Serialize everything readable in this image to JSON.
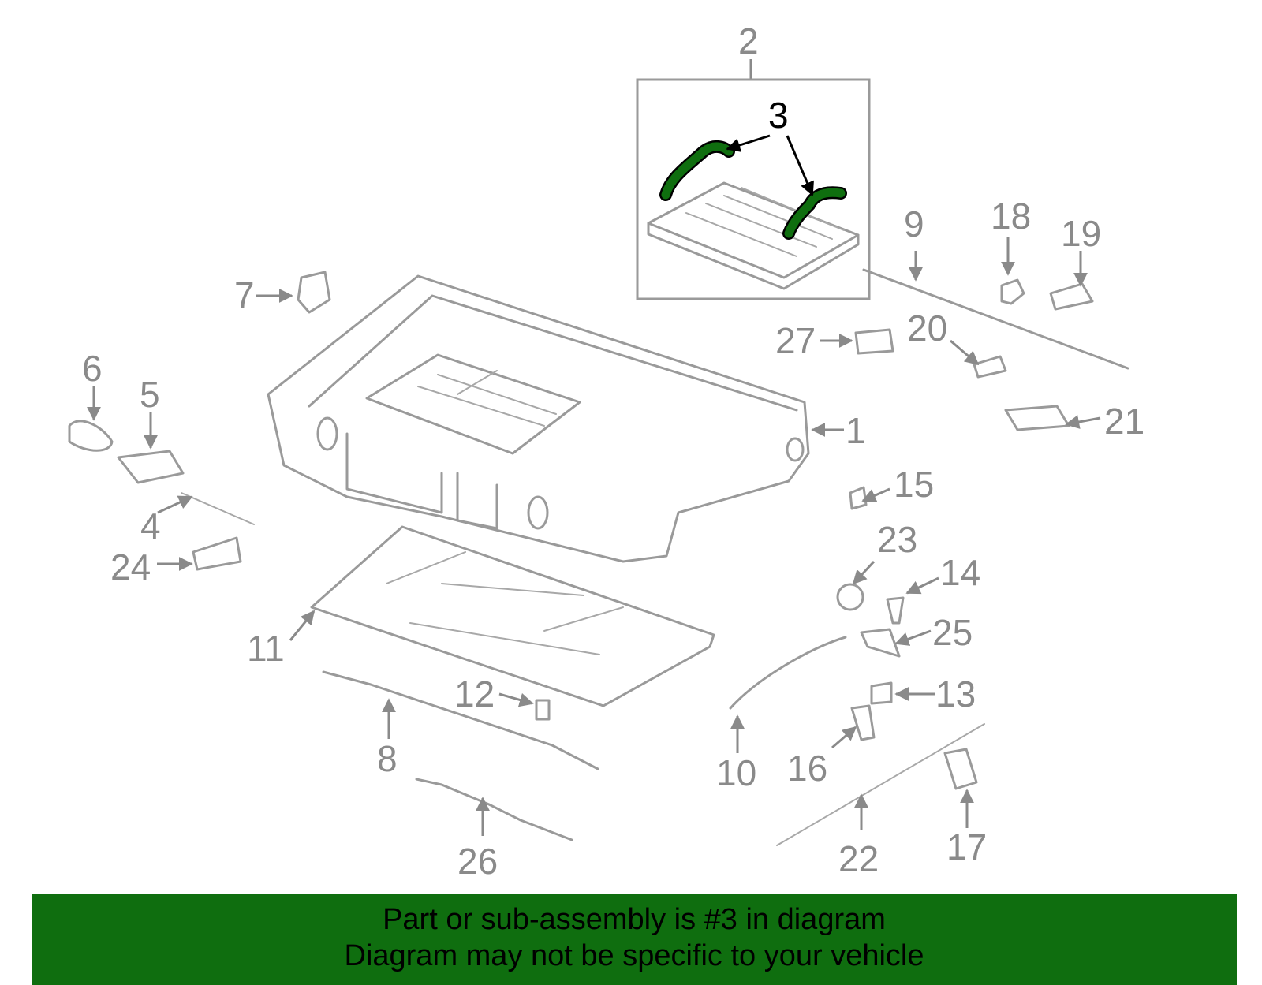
{
  "callouts": {
    "c1": "1",
    "c2": "2",
    "c3": "3",
    "c4": "4",
    "c5": "5",
    "c6": "6",
    "c7": "7",
    "c8": "8",
    "c9": "9",
    "c10": "10",
    "c11": "11",
    "c12": "12",
    "c13": "13",
    "c14": "14",
    "c15": "15",
    "c16": "16",
    "c17": "17",
    "c18": "18",
    "c19": "19",
    "c20": "20",
    "c21": "21",
    "c22": "22",
    "c23": "23",
    "c24": "24",
    "c25": "25",
    "c26": "26",
    "c27": "27"
  },
  "highlight": {
    "part_number": "3",
    "color": "#0f6e0f"
  },
  "banner": {
    "line1": "Part or sub-assembly is #3 in diagram",
    "line2": "Diagram may not be specific to your vehicle",
    "background": "#0f6e0f"
  }
}
